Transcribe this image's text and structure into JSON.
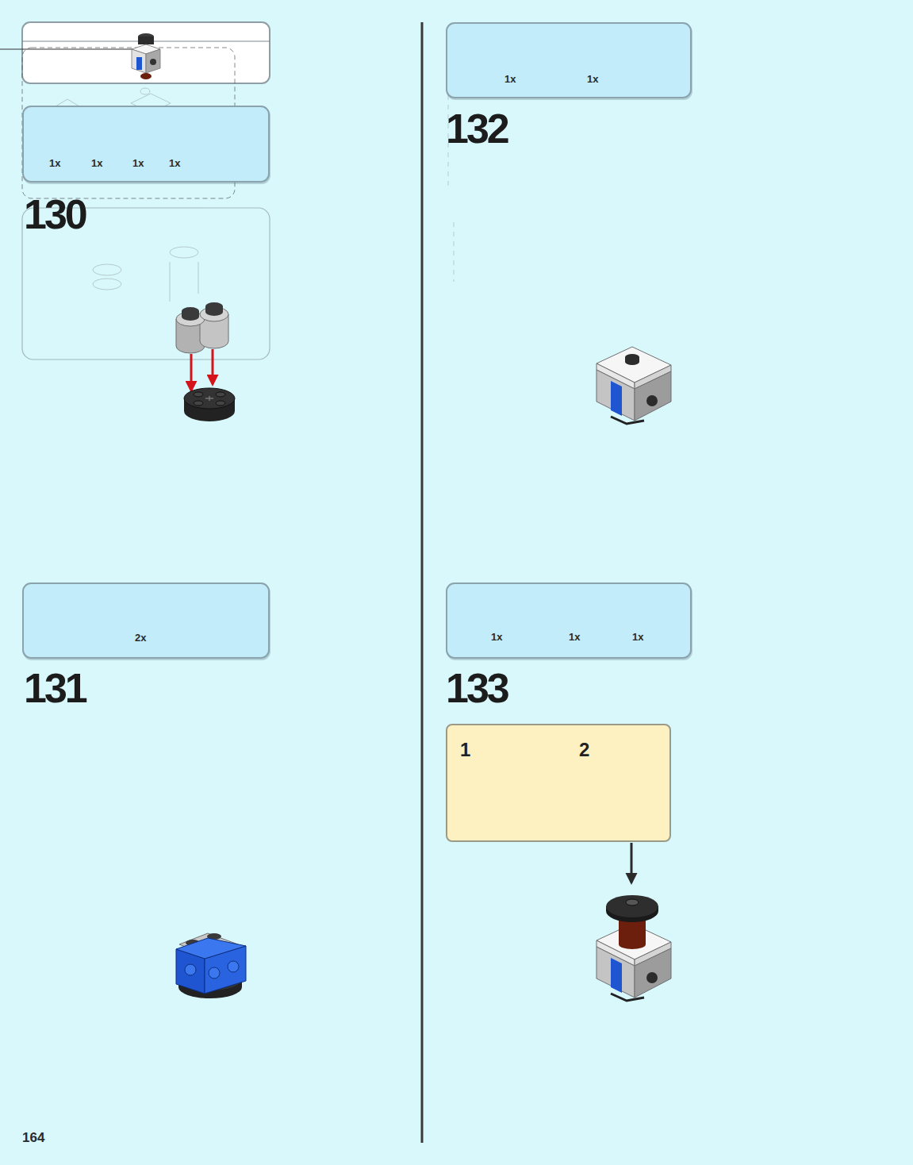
{
  "diagram": {
    "nodes": [
      {
        "text": [
          "1x",
          "1x",
          "1x",
          "1x"
        ]
      },
      {
        "text": [
          "2x"
        ]
      },
      {
        "text": [
          "1x",
          "1x"
        ]
      },
      {
        "text": [
          "1x",
          "1x",
          "1x"
        ]
      },
      {
        "text": [
          "1",
          "2"
        ]
      }
    ],
    "labels": [
      "130",
      "131",
      "132",
      "133",
      "164"
    ]
  }
}
